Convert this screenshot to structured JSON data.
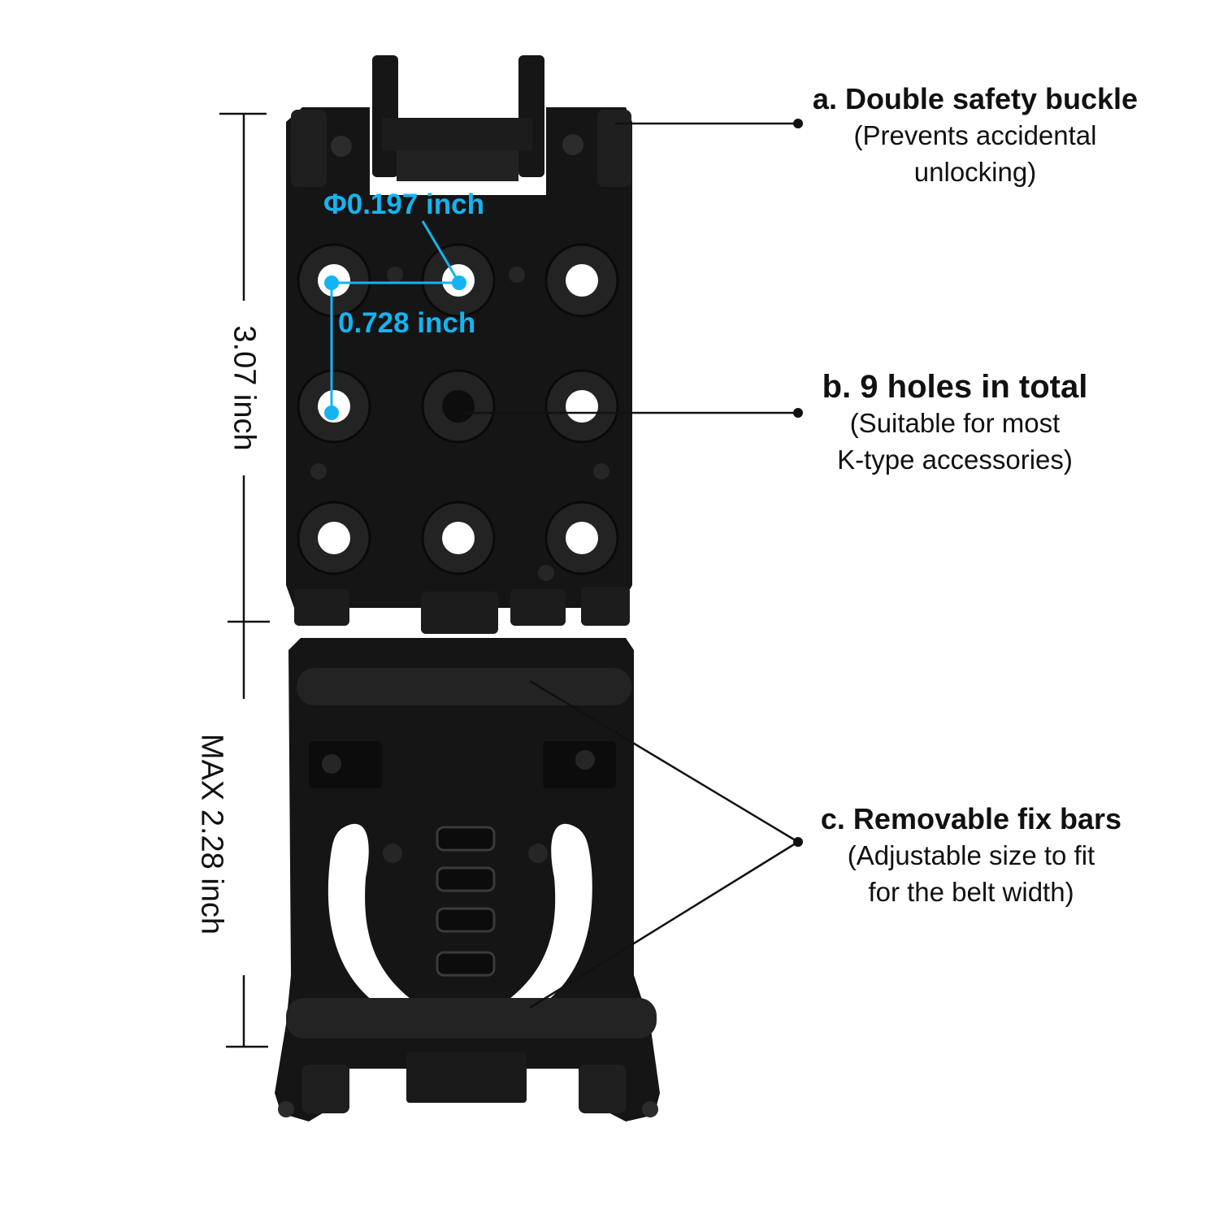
{
  "callouts": {
    "a": {
      "title": "a. Double safety buckle",
      "subtitle_line1": "(Prevents accidental",
      "subtitle_line2": "unlocking)"
    },
    "b": {
      "title": "b. 9 holes in total",
      "subtitle_line1": "(Suitable for most",
      "subtitle_line2": "K-type accessories)"
    },
    "c": {
      "title": "c. Removable fix bars",
      "subtitle_line1": "(Adjustable size to fit",
      "subtitle_line2": "for the belt width)"
    }
  },
  "dimensions": {
    "upper_height": "3.07 inch",
    "lower_height": "MAX 2.28 inch",
    "hole_diameter": "Φ0.197 inch",
    "hole_spacing": "0.728 inch"
  },
  "hole_count": 9,
  "colors": {
    "accent": "#14b4f2",
    "plastic": "#141414",
    "background": "#ffffff"
  }
}
